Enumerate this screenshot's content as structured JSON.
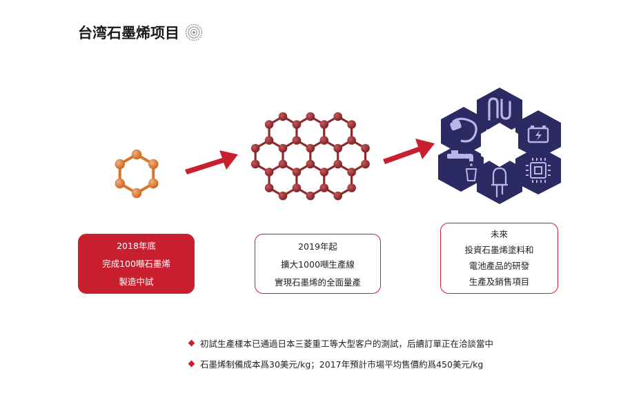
{
  "header": {
    "title": "台湾石墨烯项目",
    "logo_icon": "sun-emblem-icon"
  },
  "colors": {
    "accent": "#c8202f",
    "molecule_small": "#d5772b",
    "molecule_large": "#8c2a2d",
    "hexagon_fill": "#2c2a62",
    "arrow": "#c8202f"
  },
  "stages": [
    {
      "lines": [
        "2018年底",
        "完成100噸石墨烯",
        "製造中試"
      ]
    },
    {
      "lines": [
        "2019年起",
        "擴大1000噸生產線",
        "實現石墨烯的全面量產"
      ]
    },
    {
      "lines": [
        "未來",
        "投資石墨烯塗料和",
        "電池產品的研發",
        "生產及銷售項目"
      ]
    }
  ],
  "application_icons": [
    "wristband-icon",
    "circuit-pattern-icon",
    "battery-icon",
    "faucet-icon",
    "chip-icon",
    "led-icon"
  ],
  "notes": [
    "初試生產樣本已通過日本三菱重工等大型客户的測試，后續訂單正在洽談當中",
    "石墨烯制備成本爲30美元/kg；2017年預計市場平均售價約爲450美元/kg"
  ]
}
